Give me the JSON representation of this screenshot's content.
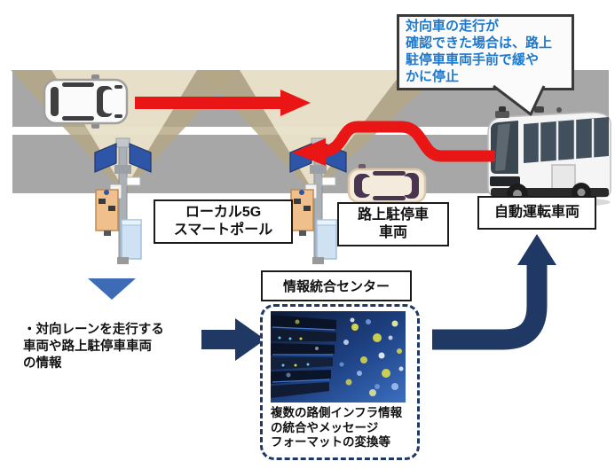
{
  "colors": {
    "arrow_red": "#EA1515",
    "arrow_navy": "#1F3864",
    "accent_blue": "#3E6BB5",
    "callout_text_blue": "#1E78CC",
    "road_gray": "#A7A7A7",
    "sensor_cone_tan": "#C7BA98",
    "sensor_cone_cream": "#F2EBD5"
  },
  "callout": {
    "text": "対向車の走行が\n確認できた場合は、路上\n駐停車車両手前で緩や\nかに停止"
  },
  "road_scene": {
    "smart_pole_label": "ローカル5G\nスマートポール",
    "parked_vehicle_label": "路上駐停車\n車両",
    "autonomous_vehicle_label": "自動運転車両",
    "graphics": {
      "oncoming_car": "oncoming-car-top-view",
      "parked_car": "parked-car-top-view",
      "autonomous_bus": "autonomous-bus",
      "smart_pole": "local-5g-smart-pole",
      "sensor_cone": "sensor-coverage-cone",
      "oncoming_direction_arrow": "red-right-arrow",
      "bus_avoidance_arrow": "red-curved-arrow"
    }
  },
  "flow": {
    "left_note": "・対向レーンを走行する\n車両や路上駐停車車両\nの情報",
    "center_label": "情報統合センター",
    "center_caption": "複数の路側インフラ情報\nの統合やメッセージ\nフォーマットの変換等",
    "server_image": "server-room-photo",
    "down_arrow": "blue-down-triangle",
    "to_center_arrow": "navy-right-arrow",
    "to_bus_arrow": "navy-bent-up-arrow"
  }
}
